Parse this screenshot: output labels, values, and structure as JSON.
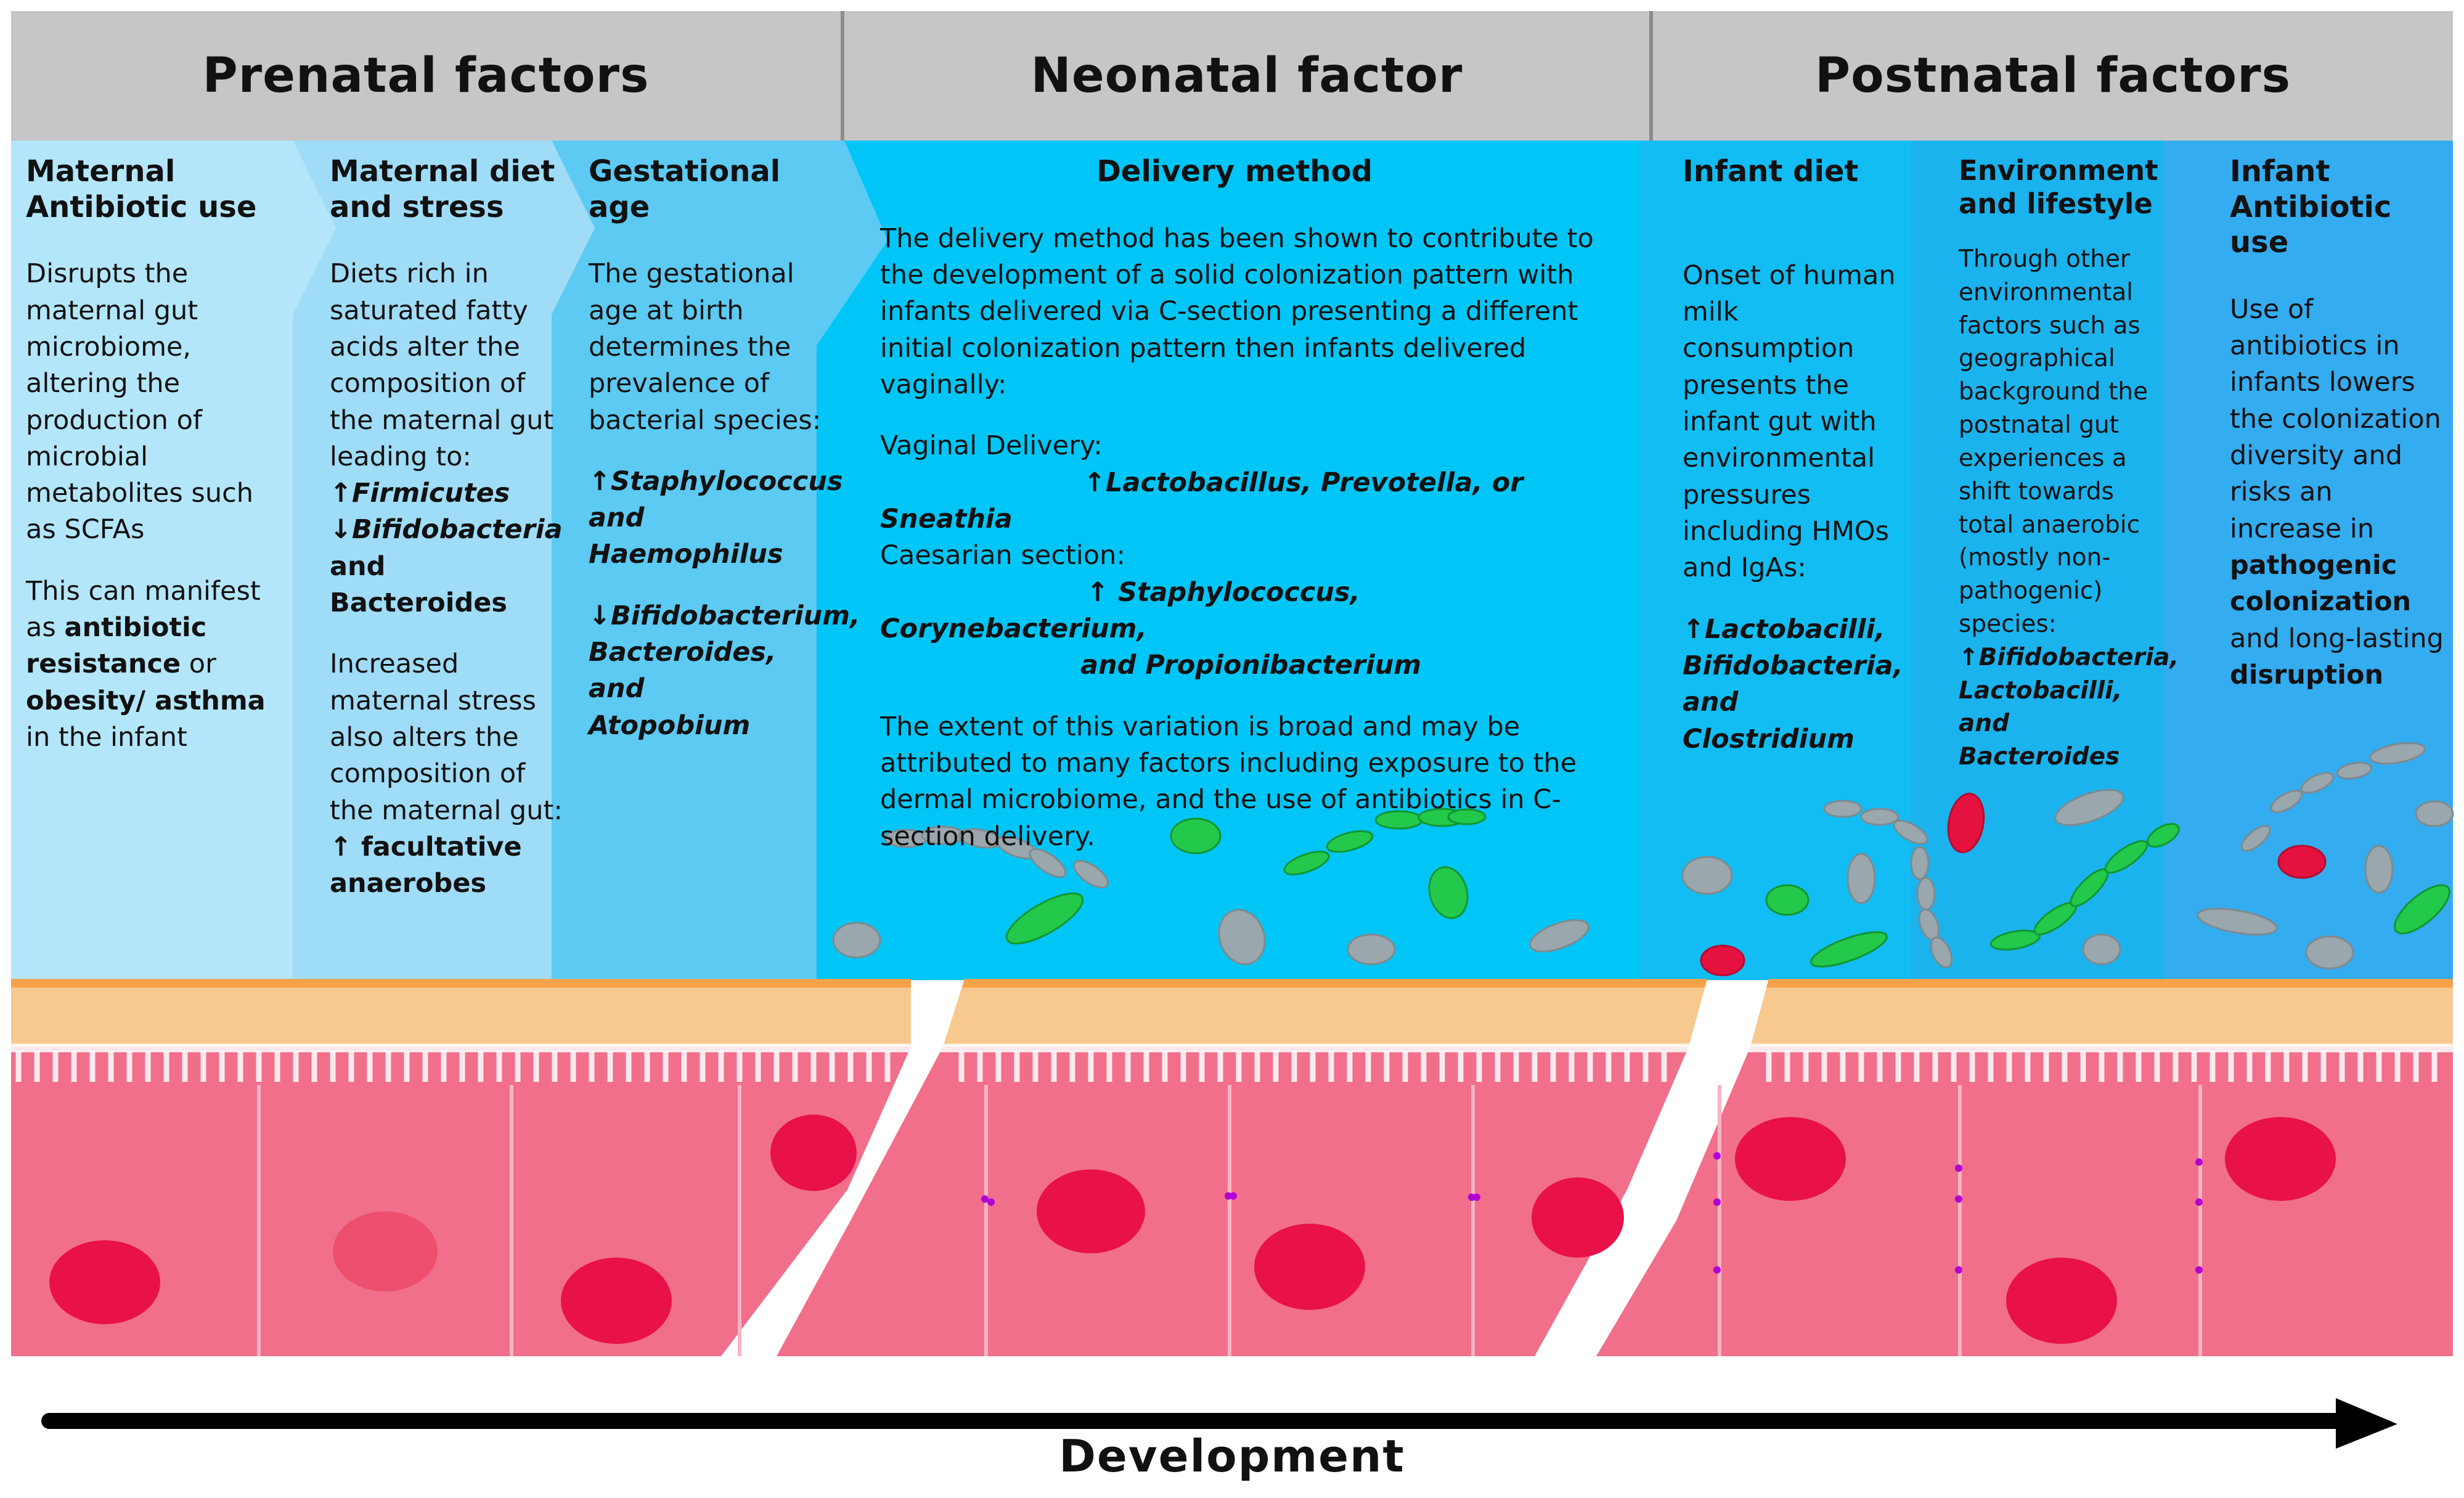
{
  "headers": {
    "prenatal": "Prenatal factors",
    "neonatal": "Neonatal factor",
    "postnatal": "Postnatal factors"
  },
  "maternal_antibiotic": {
    "title": "Maternal Antibiotic use",
    "p1": "Disrupts the maternal gut microbiome, altering the production of microbial metabolites such as SCFAs",
    "p2_a": "This can manifest as ",
    "p2_b": "antibiotic resistance",
    "p2_c": " or ",
    "p2_d": "obesity/ asthma",
    "p2_e": " in the infant"
  },
  "maternal_diet": {
    "title": "Maternal diet and stress",
    "p1": "Diets rich in saturated fatty acids alter the composition of the maternal gut leading to:",
    "up": "↑Firmicutes",
    "down": "↓Bifidobacteria",
    "down_b": "and Bacteroides",
    "p2": "Increased maternal stress also alters the composition of the maternal gut:",
    "p3": "↑ facultative anaerobes"
  },
  "gestational_age": {
    "title": "Gestational age",
    "p1": "The gestational age at birth determines the prevalence of bacterial species:",
    "up": "↑Staphylococcus",
    "up_b": "and Haemophilus",
    "down": "↓Bifidobacterium,",
    "down_b": "Bacteroides, and",
    "down_c": "Atopobium"
  },
  "delivery": {
    "title": "Delivery method",
    "p1": "The delivery method has been shown to contribute to the development of a solid colonization pattern with infants delivered via C-section presenting a different initial colonization pattern then infants delivered vaginally:",
    "vaginal": "Vaginal Delivery:",
    "vaginal_up": "↑Lactobacillus, Prevotella, or Sneathia",
    "caesarian": "Caesarian section:",
    "caesarian_up": "↑ Staphylococcus, Corynebacterium,",
    "caesarian_up_b": "and Propionibacterium",
    "p2": "The extent of this variation is broad and may be attributed to many factors including exposure to the dermal microbiome, and the use of antibiotics in C-section delivery."
  },
  "infant_diet": {
    "title": "Infant diet",
    "p1": "Onset of human milk consumption presents the infant gut with environmental pressures including HMOs and IgAs:",
    "up": "↑Lactobacilli,",
    "up_b": "Bifidobacteria,",
    "up_c": "and Clostridium"
  },
  "environment": {
    "title": "Environment and lifestyle",
    "p1": "Through other environmental factors such as geographical background the postnatal gut experiences a shift towards total anaerobic (mostly non-pathogenic) species:",
    "up": "↑Bifidobacteria,",
    "up_b": "Lactobacilli,",
    "up_c": "and Bacteroides"
  },
  "infant_antibiotic": {
    "title": "Infant Antibiotic use",
    "p1": "Use of antibiotics in infants lowers the colonization diversity and risks an increase in ",
    "p1_b": "pathogenic colonization",
    "p1_c": " and long-lasting ",
    "p1_d": "disruption"
  },
  "axis_label": "Development",
  "colors": {
    "header": "#c6c6c6",
    "band1": "#b3e6fb",
    "band2": "#9fdcf8",
    "band3": "#5ccaf3",
    "band4": "#00c6f7",
    "band5": "#12bdf3",
    "band6": "#1bb3ee",
    "band7": "#34acf0",
    "tissue": "#f16f8b",
    "mucus": "#f7c98e",
    "nucleus": "#e8114a"
  }
}
